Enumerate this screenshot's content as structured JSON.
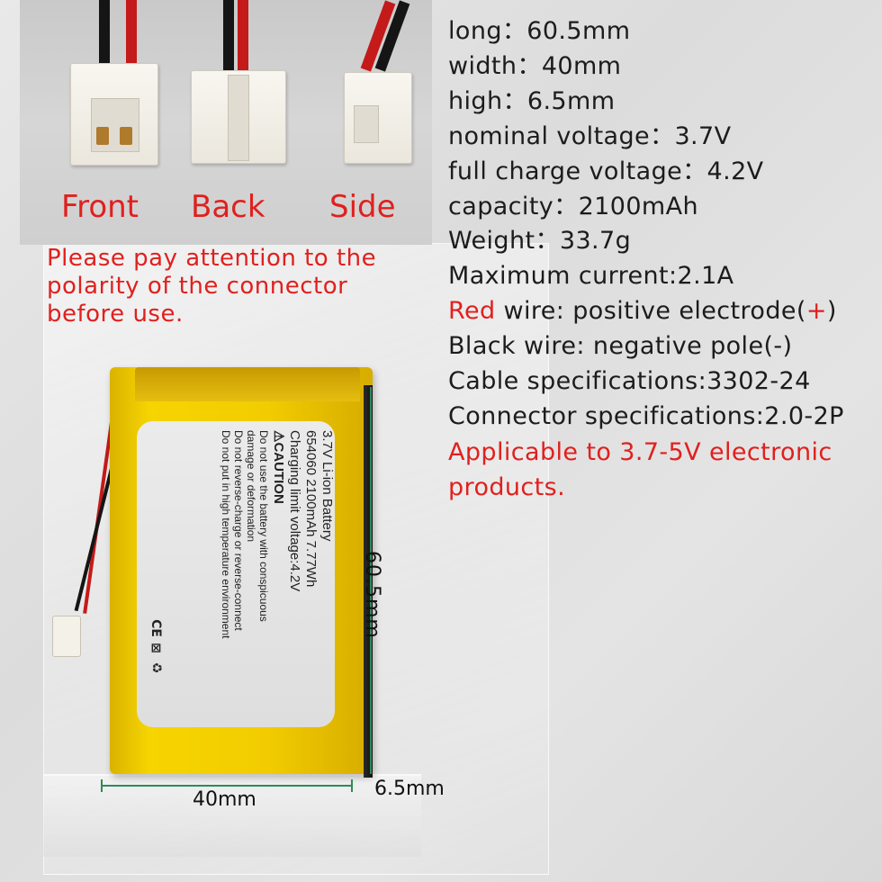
{
  "connector_photo": {
    "labels": [
      "Front",
      "Back",
      "Side"
    ]
  },
  "warning": "Please pay attention to the polarity of the connector before use.",
  "specs": {
    "long": "long：60.5mm",
    "width": "width：40mm",
    "high": "high：6.5mm",
    "nominal_voltage": "nominal voltage：3.7V",
    "full_charge_voltage": "full charge voltage：4.2V",
    "capacity": "capacity：2100mAh",
    "weight": "Weight：33.7g",
    "max_current": "Maximum current:2.1A",
    "red_wire_word": "Red",
    "red_wire_rest": " wire: positive electrode(",
    "red_wire_plus": "+",
    "red_wire_close": ")",
    "black_wire": "Black wire: negative pole(-)",
    "cable": "Cable specifications:3302-24",
    "connector": "Connector specifications:2.0-2P",
    "applicable": "Applicable to 3.7-5V electronic products."
  },
  "battery_label": {
    "line1": "3.7V Li-ion Battery",
    "line2": "654060 2100mAh 7.77Wh",
    "line3": "Charging limit voltage:4.2V",
    "caution": "⚠CAUTION",
    "note1": "Do not use the battery with conspicuous",
    "note2": "damage or deformation",
    "note3": "Do not reverse-charge or reverse-connect",
    "note4": "Do not put in high temperature environment",
    "mark_ce": "CE",
    "mark_bin": "⊠",
    "mark_recycle": "♻"
  },
  "dimensions": {
    "length": "60.5mm",
    "width": "40mm",
    "depth": "6.5mm"
  },
  "colors": {
    "accent_red": "#e0201e",
    "battery_yellow": "#f2cc00"
  }
}
